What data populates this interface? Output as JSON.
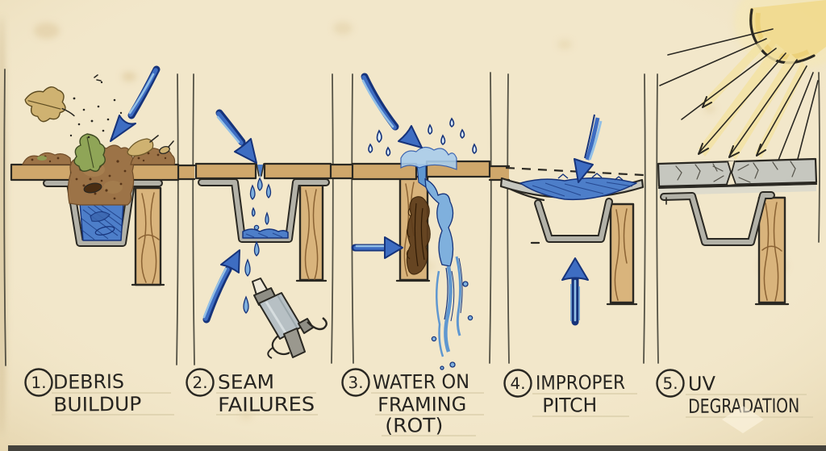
{
  "figure": {
    "style": "hand-drawn watercolor construction-detail sketch",
    "panel_count": 5
  },
  "palette": {
    "paper": "#f2e7ca",
    "ink": "#2a2822",
    "roof_deck_tan": "#cfa76b",
    "wood_joist": "#d9b47c",
    "gutter_gray": "#b3b2a8",
    "membrane_gray": "#c6c7bf",
    "water_blue": "#4d7ec9",
    "water_outline_blue": "#16337a",
    "water_light_blue": "#93c0e6",
    "sun_yellow": "#f1da8e",
    "debris_brown": "#9c7347",
    "rot_brown": "#5d3c1b",
    "leaf_green": "#8fa557"
  },
  "panels": [
    {
      "number": "1.",
      "lines": [
        "DEBRIS",
        "BUILDUP"
      ],
      "depicts": [
        "falling leaf",
        "debris and leaves filling built-in gutter",
        "trapped water",
        "water arrow",
        "wood joist"
      ]
    },
    {
      "number": "2.",
      "lines": [
        "SEAM",
        "FAILURES"
      ],
      "depicts": [
        "water arrow into open deck seam",
        "drips through gutter liner",
        "leaking bottom seam",
        "caulk gun",
        "wood joist"
      ]
    },
    {
      "number": "3.",
      "lines": [
        "WATER ON",
        "FRAMING",
        "(ROT)"
      ],
      "depicts": [
        "water arrow hitting open seam",
        "splash droplets",
        "water streaming down framing",
        "rotted wood member"
      ]
    },
    {
      "number": "4.",
      "lines": [
        "IMPROPER",
        "PITCH"
      ],
      "depicts": [
        "dashed correct-slope line",
        "sagging gutter with ponded water",
        "down arrow into ponding",
        "up arrow at sag",
        "wood joist"
      ]
    },
    {
      "number": "5.",
      "lines": [
        "UV",
        "DEGRADATION"
      ],
      "depicts": [
        "sun",
        "sun rays with arrowheads",
        "cracked roof membrane over gutter",
        "wood joist"
      ]
    }
  ]
}
